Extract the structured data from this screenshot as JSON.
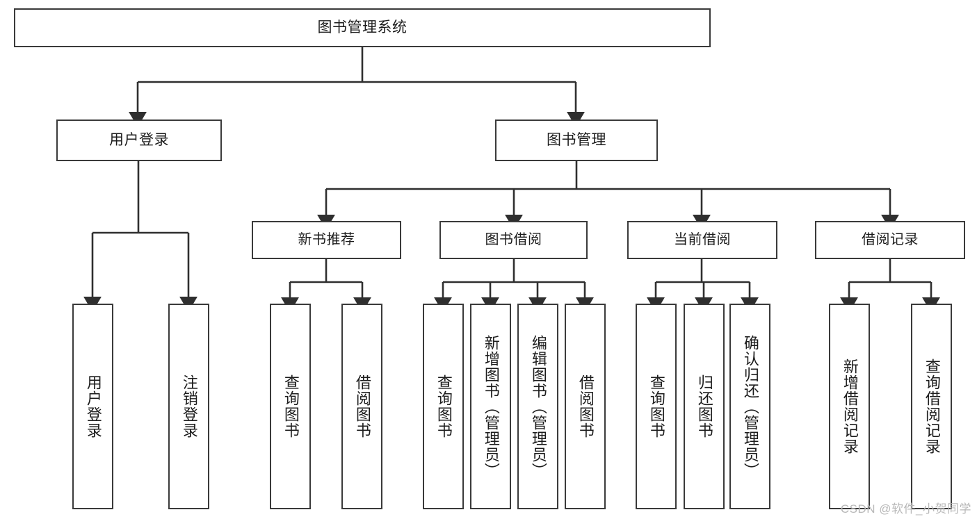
{
  "diagram": {
    "title": "图书管理系统",
    "type": "tree",
    "style": {
      "box_border_color": "#3a3a3a",
      "box_fill": "#ffffff",
      "edge_color": "#2f2f2f",
      "text_color": "#1c1c1c",
      "background": "#ffffff",
      "watermark_color": "#b8b8b8"
    },
    "root": {
      "id": "root",
      "label": "图书管理系统"
    },
    "level1": [
      {
        "id": "user-login",
        "label": "用户登录"
      },
      {
        "id": "book-manage",
        "label": "图书管理"
      }
    ],
    "level2": [
      {
        "id": "new-book-recommend",
        "label": "新书推荐",
        "parent": "book-manage"
      },
      {
        "id": "book-borrow",
        "label": "图书借阅",
        "parent": "book-manage"
      },
      {
        "id": "current-borrow",
        "label": "当前借阅",
        "parent": "book-manage"
      },
      {
        "id": "borrow-record",
        "label": "借阅记录",
        "parent": "book-manage"
      }
    ],
    "leaves": [
      {
        "id": "leaf-user-login",
        "label": "用户登录",
        "parent": "user-login"
      },
      {
        "id": "leaf-logout-login",
        "label": "注销登录",
        "parent": "user-login"
      },
      {
        "id": "leaf-query-book-1",
        "label": "查询图书",
        "parent": "new-book-recommend"
      },
      {
        "id": "leaf-borrow-book-1",
        "label": "借阅图书",
        "parent": "new-book-recommend"
      },
      {
        "id": "leaf-query-book-2",
        "label": "查询图书",
        "parent": "book-borrow"
      },
      {
        "id": "leaf-add-book",
        "label": "新增图书（管理员）",
        "parent": "book-borrow"
      },
      {
        "id": "leaf-edit-book",
        "label": "编辑图书（管理员）",
        "parent": "book-borrow"
      },
      {
        "id": "leaf-borrow-book-2",
        "label": "借阅图书",
        "parent": "book-borrow"
      },
      {
        "id": "leaf-query-book-3",
        "label": "查询图书",
        "parent": "current-borrow"
      },
      {
        "id": "leaf-return-book",
        "label": "归还图书",
        "parent": "current-borrow"
      },
      {
        "id": "leaf-confirm-return",
        "label": "确认归还（管理员）",
        "parent": "current-borrow"
      },
      {
        "id": "leaf-add-record",
        "label": "新增借阅记录",
        "parent": "borrow-record"
      },
      {
        "id": "leaf-query-record",
        "label": "查询借阅记录",
        "parent": "borrow-record"
      }
    ],
    "watermark": "CSDN @软件_小贺同学"
  }
}
